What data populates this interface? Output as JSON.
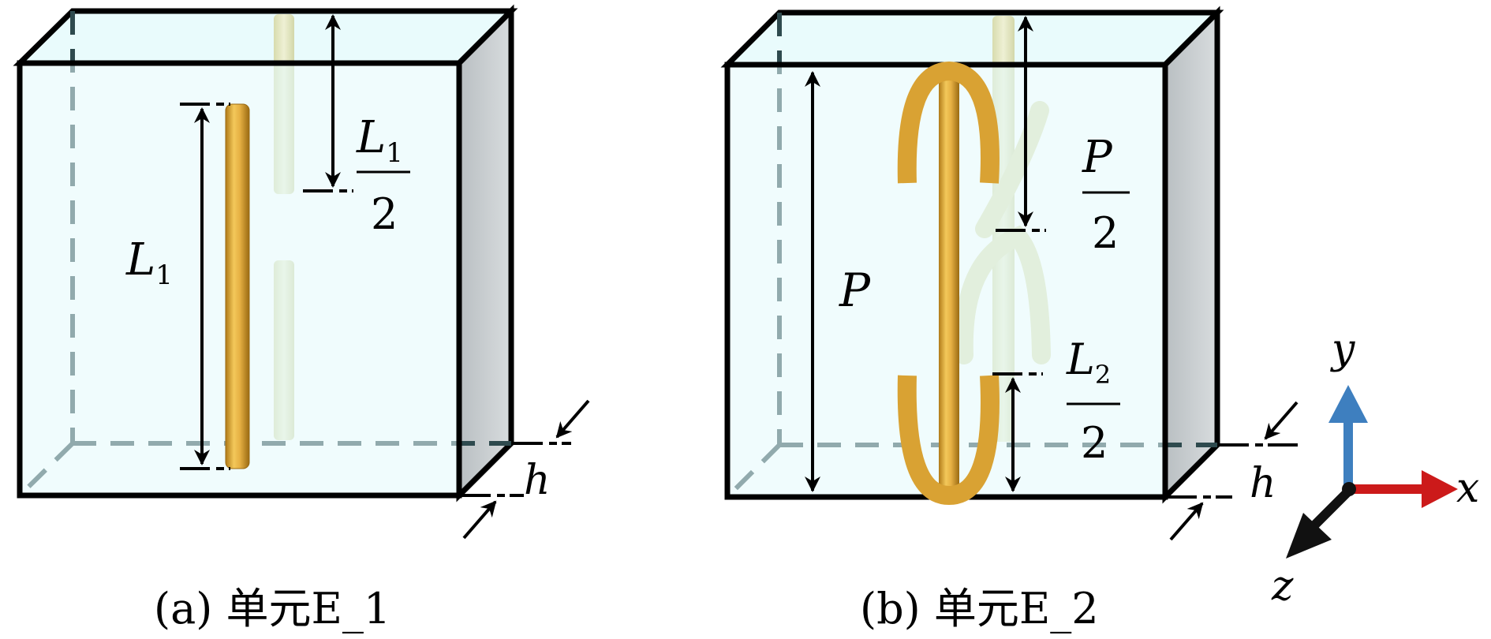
{
  "panel_a": {
    "caption": "(a) 单元E_1",
    "labels": {
      "length": "L",
      "length_sub": "1",
      "half_length": "L",
      "half_length_sub": "1",
      "half_den": "2",
      "thickness": "h"
    }
  },
  "panel_b": {
    "caption": "(b) 单元E_2",
    "labels": {
      "period": "P",
      "half_period_num": "P",
      "half_period_den": "2",
      "half_length": "L",
      "half_length_sub": "2",
      "half_den": "2",
      "thickness": "h"
    }
  },
  "axes": {
    "x": "x",
    "y": "y",
    "z": "z",
    "x_color": "#cc1a1a",
    "y_color": "#3e7fbf",
    "z_color": "#111111"
  },
  "colors": {
    "box_fill": "#e4fafb",
    "box_side": "#c9ced0",
    "gold": "#e0ad3c",
    "ghost": "#e4e6c2"
  }
}
